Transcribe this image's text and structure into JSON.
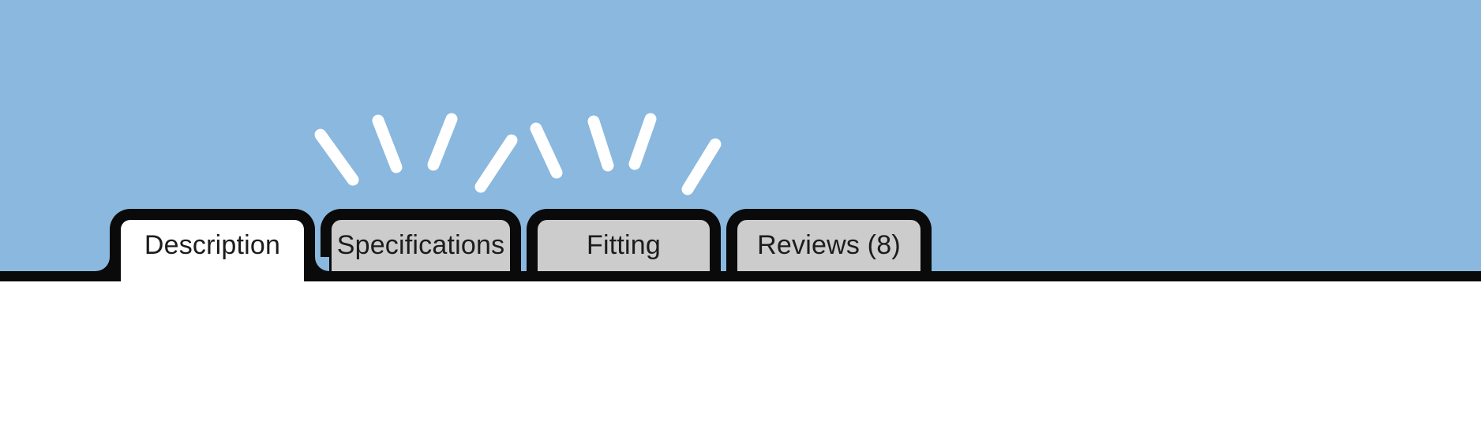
{
  "tab_bar": {
    "tabs": [
      {
        "label": "Description",
        "state": "active"
      },
      {
        "label": "Specifications",
        "state": "inactive"
      },
      {
        "label": "Fitting",
        "state": "inactive"
      },
      {
        "label": "Reviews (8)",
        "state": "inactive"
      }
    ],
    "active_tab": "Description"
  },
  "decorations": {
    "left_burst": {
      "icon": "emphasis-rays",
      "ray_count": 4,
      "above_tab": "Specifications"
    },
    "right_burst": {
      "icon": "emphasis-rays",
      "ray_count": 4,
      "above_tab": "Fitting"
    }
  },
  "colors": {
    "header_blue": "#8ab8de",
    "outline_black": "#0a0a0a",
    "tab_inactive_gray": "#cccccc",
    "tab_active_white": "#ffffff",
    "rays_white": "#ffffff",
    "content_background": "#ffffff",
    "label_text": "#1c1c1c"
  }
}
